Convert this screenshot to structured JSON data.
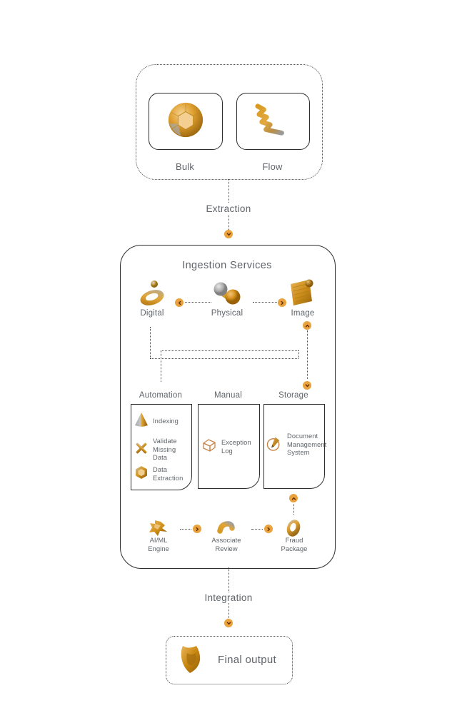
{
  "palette": {
    "accent_orange": "#E9A23C",
    "chevron_brown": "#69320A",
    "gold": "#D79A25",
    "gold_dark": "#8F5C08",
    "silver": "#ABABAB",
    "text_gray": "#5F6469",
    "border_dark": "#2D2D2D",
    "dotted_line": "#4A4A4A"
  },
  "top_group": {
    "items": [
      {
        "label": "Bulk",
        "icon": "faceted-sphere-icon"
      },
      {
        "label": "Flow",
        "icon": "helix-icon"
      }
    ]
  },
  "extraction": {
    "label": "Extraction"
  },
  "ingestion": {
    "title": "Ingestion Services",
    "channels": [
      {
        "label": "Digital",
        "icon": "ring-icon"
      },
      {
        "label": "Physical",
        "icon": "spheres-icon"
      },
      {
        "label": "Image",
        "icon": "photo-folder-icon"
      }
    ],
    "stages": [
      {
        "label": "Automation",
        "items": [
          {
            "label": "Indexing",
            "icon": "cone-icon"
          },
          {
            "label": "Validate\nMissing Data",
            "icon": "cross-icon"
          },
          {
            "label": "Data\nExtraction",
            "icon": "hexagon-gem-icon"
          }
        ]
      },
      {
        "label": "Manual",
        "items": [
          {
            "label": "Exception\nLog",
            "icon": "cube-outline-icon"
          }
        ]
      },
      {
        "label": "Storage",
        "items": [
          {
            "label": "Document\nManagement\nSystem",
            "icon": "pencil-circle-icon"
          }
        ]
      }
    ],
    "pipeline": [
      {
        "label": "AI/ML\nEngine",
        "icon": "crumple-icon"
      },
      {
        "label": "Associate\nReview",
        "icon": "elbow-tube-icon"
      },
      {
        "label": "Fraud\nPackage",
        "icon": "donut-icon"
      }
    ]
  },
  "integration": {
    "label": "Integration"
  },
  "final_output": {
    "label": "Final output",
    "icon": "shield-icon"
  }
}
